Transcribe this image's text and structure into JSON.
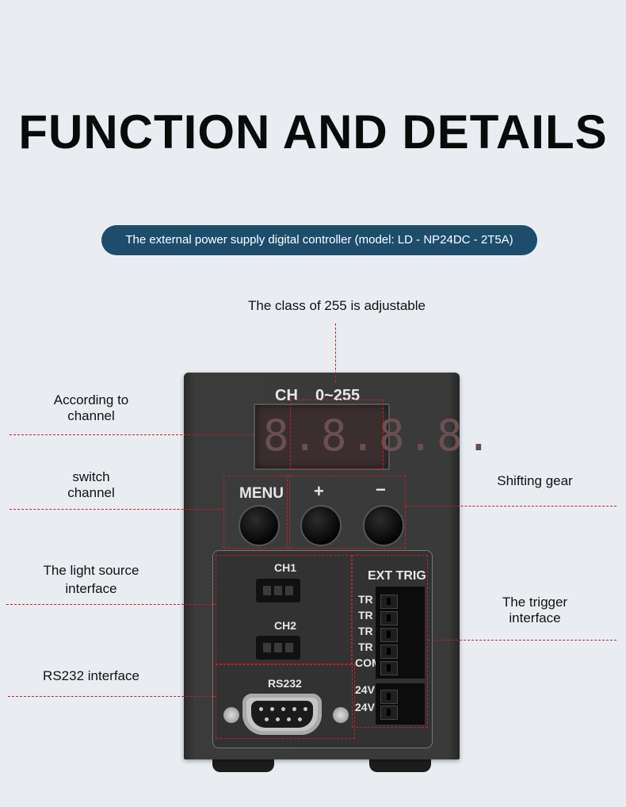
{
  "title": "FUNCTION AND DETAILS",
  "subtitle": "The external power supply digital controller (model: LD -  NP24DC - 2T5A)",
  "labels": {
    "class_adjustable": "The class of 255 is adjustable",
    "according_line1": "According to",
    "according_line2": "channel",
    "switch_line1": "switch",
    "switch_line2": "channel",
    "shifting_gear": "Shifting gear",
    "light_line1": "The light source",
    "light_line2": "interface",
    "trigger_line1": "The trigger",
    "trigger_line2": "interface",
    "rs232_interface": "RS232 interface"
  },
  "device": {
    "ch_label": "CH",
    "range_label": "0~255",
    "display_digits": "8.8.8.8.",
    "menu_label": "MENU",
    "plus_label": "+",
    "minus_label": "−",
    "ch1_label": "CH1",
    "ch2_label": "CH2",
    "rs232_label": "RS232",
    "ext_trig_label": "EXT TRIG",
    "trig_labels": [
      "TR",
      "TR",
      "TR",
      "TR",
      "COM"
    ],
    "power_labels": [
      "24V",
      "24V"
    ]
  },
  "colors": {
    "background": "#e9edf2",
    "pill": "#1e4d6c",
    "guide": "#c3212b"
  }
}
